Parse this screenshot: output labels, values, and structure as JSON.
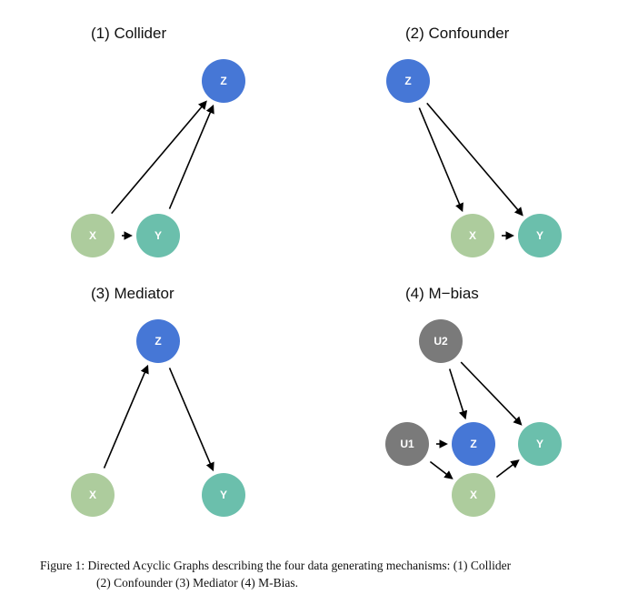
{
  "panels": [
    {
      "title": "(1) Collider",
      "nodes": [
        {
          "id": "Z",
          "label": "Z",
          "kind": "target"
        },
        {
          "id": "X",
          "label": "X",
          "kind": "exposure"
        },
        {
          "id": "Y",
          "label": "Y",
          "kind": "outcome"
        }
      ],
      "edges": [
        [
          "X",
          "Y"
        ],
        [
          "X",
          "Z"
        ],
        [
          "Y",
          "Z"
        ]
      ]
    },
    {
      "title": "(2) Confounder",
      "nodes": [
        {
          "id": "Z",
          "label": "Z",
          "kind": "target"
        },
        {
          "id": "X",
          "label": "X",
          "kind": "exposure"
        },
        {
          "id": "Y",
          "label": "Y",
          "kind": "outcome"
        }
      ],
      "edges": [
        [
          "Z",
          "X"
        ],
        [
          "Z",
          "Y"
        ],
        [
          "X",
          "Y"
        ]
      ]
    },
    {
      "title": "(3) Mediator",
      "nodes": [
        {
          "id": "Z",
          "label": "Z",
          "kind": "target"
        },
        {
          "id": "X",
          "label": "X",
          "kind": "exposure"
        },
        {
          "id": "Y",
          "label": "Y",
          "kind": "outcome"
        }
      ],
      "edges": [
        [
          "X",
          "Z"
        ],
        [
          "Z",
          "Y"
        ]
      ]
    },
    {
      "title": "(4) M−bias",
      "nodes": [
        {
          "id": "U2",
          "label": "U2",
          "kind": "unobserved"
        },
        {
          "id": "U1",
          "label": "U1",
          "kind": "unobserved"
        },
        {
          "id": "Z",
          "label": "Z",
          "kind": "target"
        },
        {
          "id": "Y",
          "label": "Y",
          "kind": "outcome"
        },
        {
          "id": "X",
          "label": "X",
          "kind": "exposure"
        }
      ],
      "edges": [
        [
          "U2",
          "Z"
        ],
        [
          "U2",
          "Y"
        ],
        [
          "U1",
          "Z"
        ],
        [
          "U1",
          "X"
        ],
        [
          "X",
          "Y"
        ]
      ]
    }
  ],
  "colors": {
    "target": "#4677d6",
    "exposure": "#adcc9d",
    "outcome": "#6bbfac",
    "unobserved": "#7a7a7a",
    "edge": "#000000"
  },
  "caption": {
    "line1": "Figure 1: Directed Acyclic Graphs describing the four data generating mechanisms: (1) Collider",
    "line2": "(2) Confounder (3) Mediator (4) M-Bias."
  }
}
